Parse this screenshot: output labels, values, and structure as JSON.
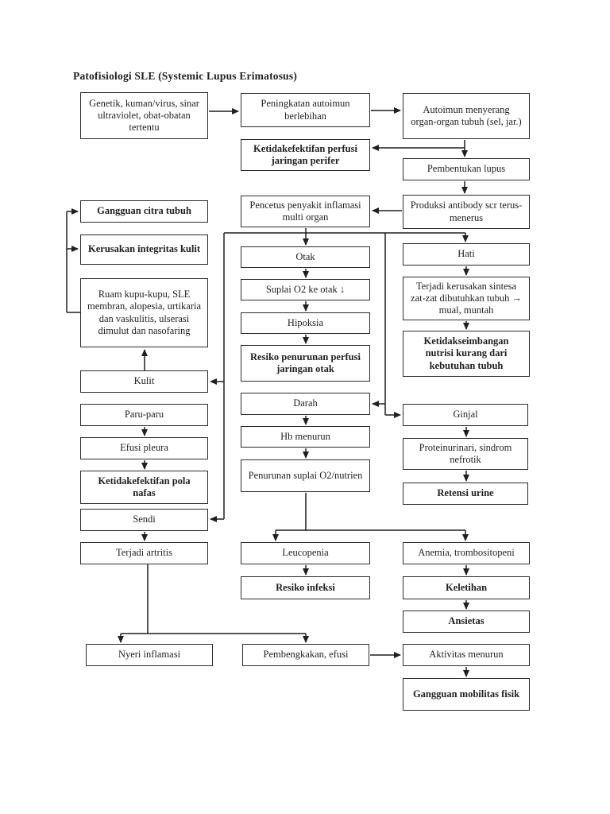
{
  "page": {
    "title": "Patofisiologi SLE (Systemic Lupus Erimatosus)"
  },
  "colors": {
    "ink": "#1f1f1f",
    "box_border": "#2b2b2b",
    "background": "#ffffff"
  },
  "nodes": {
    "genetik": "Genetik, kuman/virus, sinar ultraviolet, obat-obatan tertentu",
    "peningkatan": "Peningkatan autoimun berlebihan",
    "autoimun": "Autoimun menyerang organ-organ tubuh (sel, jar.)",
    "perfusi_perifer": "Ketidakefektifan perfusi jaringan perifer",
    "pembentukan": "Pembentukan lupus",
    "pencetus": "Pencetus penyakit inflamasi multi organ",
    "produksi": "Produksi antibody scr terus-menerus",
    "gangguan_citra": "Gangguan citra tubuh",
    "kerusakan_integritas": "Kerusakan integritas kulit",
    "ruam": "Ruam kupu-kupu, SLE membran, alopesia, urtikaria dan vaskulitis, ulserasi dimulut dan nasofaring",
    "otak": "Otak",
    "suplai_o2": "Suplai O2 ke otak ↓",
    "hipoksia": "Hipoksia",
    "resiko_penurunan": "Resiko penurunan perfusi jaringan otak",
    "hati": "Hati",
    "terjadi_kerusakan": "Terjadi kerusakan sintesa zat-zat dibutuhkan tubuh → mual, muntah",
    "ketidakseimbangan": "Ketidakseimbangan nutrisi kurang dari kebutuhan tubuh",
    "kulit": "Kulit",
    "paru_paru": "Paru-paru",
    "efusi_pleura": "Efusi pleura",
    "pola_nafas": "Ketidakefektifan pola nafas",
    "sendi": "Sendi",
    "artritis": "Terjadi artritis",
    "darah": "Darah",
    "hb_menurun": "Hb menurun",
    "penurunan_suplai": "Penurunan suplai O2/nutrien",
    "ginjal": "Ginjal",
    "proteinurinari": "Proteinurinari, sindrom nefrotik",
    "retensi_urine": "Retensi urine",
    "leucopenia": "Leucopenia",
    "resiko_infeksi": "Resiko infeksi",
    "anemia": "Anemia, trombositopeni",
    "keletihan": "Keletihan",
    "ansietas": "Ansietas",
    "nyeri_inflamasi": "Nyeri inflamasi",
    "pembengkakan": "Pembengkakan, efusi",
    "aktivitas_menurun": "Aktivitas menurun",
    "mobilitas_fisik": "Gangguan mobilitas fisik"
  }
}
